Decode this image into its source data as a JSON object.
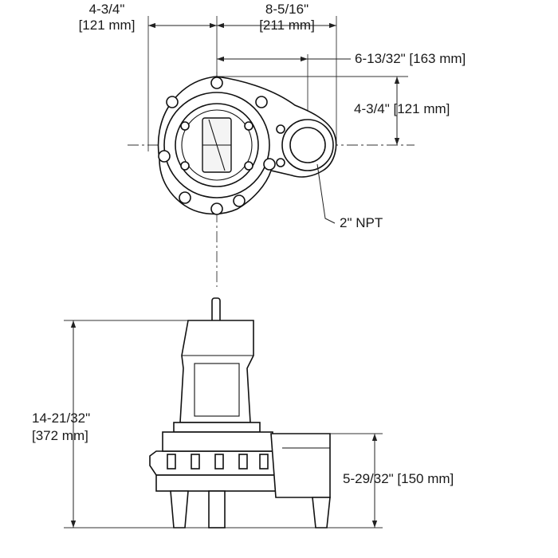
{
  "top_view": {
    "dim_left_in": "4-3/4\"",
    "dim_left_mm": "[121 mm]",
    "dim_width_in": "8-5/16\"",
    "dim_width_mm": "[211 mm]",
    "dim_offset": "6-13/32\" [163 mm]",
    "dim_height": "4-3/4\" [121 mm]",
    "discharge_label": "2\" NPT"
  },
  "side_view": {
    "overall_height_in": "14-21/32\"",
    "overall_height_mm": "[372 mm]",
    "discharge_height": "5-29/32\" [150 mm]"
  },
  "colors": {
    "line": "#111111",
    "background": "#ffffff"
  }
}
